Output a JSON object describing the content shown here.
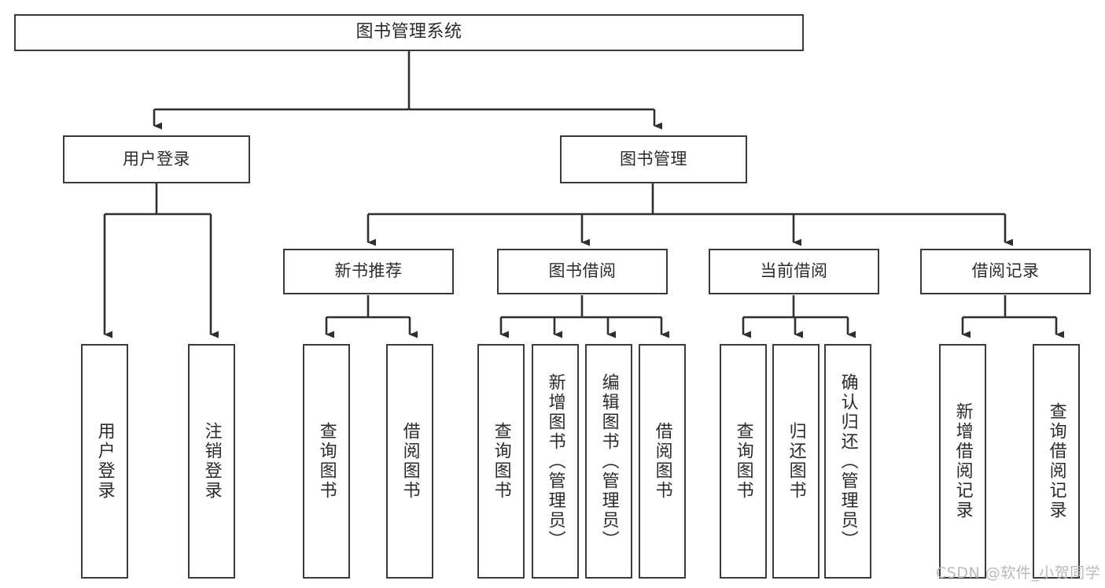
{
  "diagram": {
    "title": "图书管理系统",
    "type": "functional-decomposition-tree",
    "colors": {
      "box_border": "#3a3a3a",
      "box_fill": "#ffffff",
      "edge": "#2f2f2f",
      "text": "#2b2b2b",
      "background": "#ffffff",
      "watermark": "#b9b9b9"
    },
    "root": {
      "label": "图书管理系统"
    },
    "level2": [
      {
        "label": "用户登录"
      },
      {
        "label": "图书管理"
      }
    ],
    "level3": [
      {
        "label": "新书推荐"
      },
      {
        "label": "图书借阅"
      },
      {
        "label": "当前借阅"
      },
      {
        "label": "借阅记录"
      }
    ],
    "leaves": {
      "user_login": [
        {
          "label": "用户登录"
        },
        {
          "label": "注销登录"
        }
      ],
      "new_book_recommend": [
        {
          "label": "查询图书"
        },
        {
          "label": "借阅图书"
        }
      ],
      "book_borrow": [
        {
          "label": "查询图书"
        },
        {
          "label": "新增图书（管理员）"
        },
        {
          "label": "编辑图书（管理员）"
        },
        {
          "label": "借阅图书"
        }
      ],
      "current_borrow": [
        {
          "label": "查询图书"
        },
        {
          "label": "归还图书"
        },
        {
          "label": "确认归还（管理员）"
        }
      ],
      "borrow_records": [
        {
          "label": "新增借阅记录"
        },
        {
          "label": "查询借阅记录"
        }
      ]
    }
  },
  "watermark": {
    "text": "CSDN @软件_小贺同学"
  }
}
